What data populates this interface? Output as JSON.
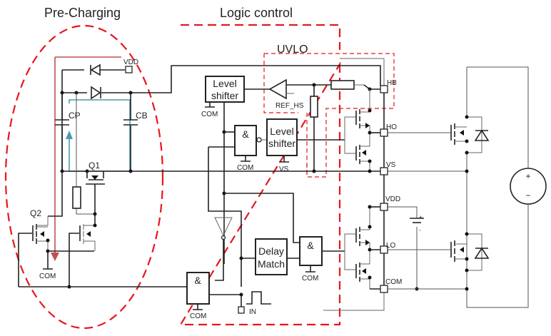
{
  "sections": {
    "pre_charging": "Pre-Charging",
    "logic_control": "Logic control",
    "uvlo": "UVLO"
  },
  "blocks": {
    "level_shifter_1": [
      "Level",
      "shifter"
    ],
    "level_shifter_2": [
      "Level",
      "shifter"
    ],
    "and_gate_symbol": "&",
    "delay_match": [
      "Delay",
      "Match"
    ],
    "ref_hs": "REF_HS"
  },
  "components": {
    "q1": "Q1",
    "q2": "Q2",
    "cp": "CP",
    "cb": "CB",
    "vdd_precharge": "VDD"
  },
  "pins": {
    "hb": "HB",
    "ho": "HO",
    "vs": "VS",
    "vdd": "VDD",
    "lo": "LO",
    "com": "COM",
    "in": "IN"
  },
  "ground_labels": {
    "com": "COM",
    "vs": "VS"
  },
  "source": {
    "plus": "+",
    "minus": "−"
  },
  "battery": {
    "plus": "+",
    "minus": "-"
  },
  "colors": {
    "region_outline": "#e8161b",
    "charge_path": "#c0504d",
    "bootstrap_path": "#4a9bb0",
    "wire": "#222222"
  }
}
